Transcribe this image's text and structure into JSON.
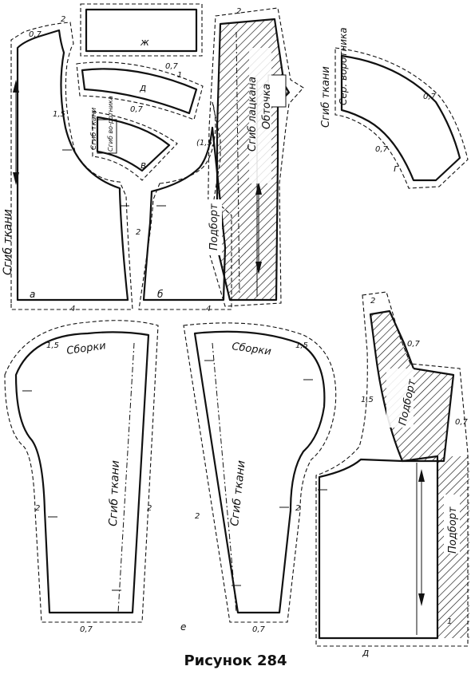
{
  "caption": "Рисунок 284",
  "piece_letters": {
    "a": "а",
    "b": "б",
    "v": "в",
    "g": "г",
    "d": "д",
    "e": "е",
    "zh": "ж",
    "d2": "д"
  },
  "labels": {
    "fold": "Сгиб ткани",
    "fold_collar": "Сгиб ткани",
    "collar_mid": "Сер. воротника",
    "fold_lapel": "Сгиб лацкана",
    "facing_cut": "Обточка",
    "podbort": "Подборт",
    "sborki": "Сборки",
    "fold_small_1": "Сгиб ткани",
    "fold_small_2": "Сгиб во-ротника"
  },
  "allowances": {
    "a07": "0,7",
    "a1": "1",
    "a15": "1,5",
    "a2": "2",
    "a4": "4",
    "a15p": "(1,5)"
  }
}
